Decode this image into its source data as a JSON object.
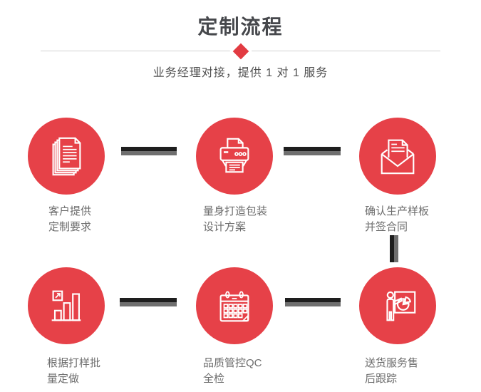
{
  "header": {
    "title": "定制流程",
    "subtitle": "业务经理对接，提供 1 对 1 服务"
  },
  "colors": {
    "accent_red": "#e64148",
    "diamond_red": "#e23b42",
    "title_gray": "#46484c",
    "label_gray": "#6d6d6d",
    "connector_black": "#1e1e1e",
    "connector_gray": "#6f6f6f",
    "divider_gray": "#d2d2d2"
  },
  "steps": [
    {
      "icon": "documents-icon",
      "line1": "客户提供",
      "line2": "定制要求"
    },
    {
      "icon": "printer-icon",
      "line1": "量身打造包装",
      "line2": "设计方案"
    },
    {
      "icon": "envelope-icon",
      "line1": "确认生产样板",
      "line2": "并签合同"
    },
    {
      "icon": "bar-chart-icon",
      "line1": "根据打样批",
      "line2": "量定做"
    },
    {
      "icon": "calendar-icon",
      "line1": "品质管控QC",
      "line2": "全检"
    },
    {
      "icon": "presentation-icon",
      "line1": "送货服务售",
      "line2": "后跟踪"
    }
  ]
}
